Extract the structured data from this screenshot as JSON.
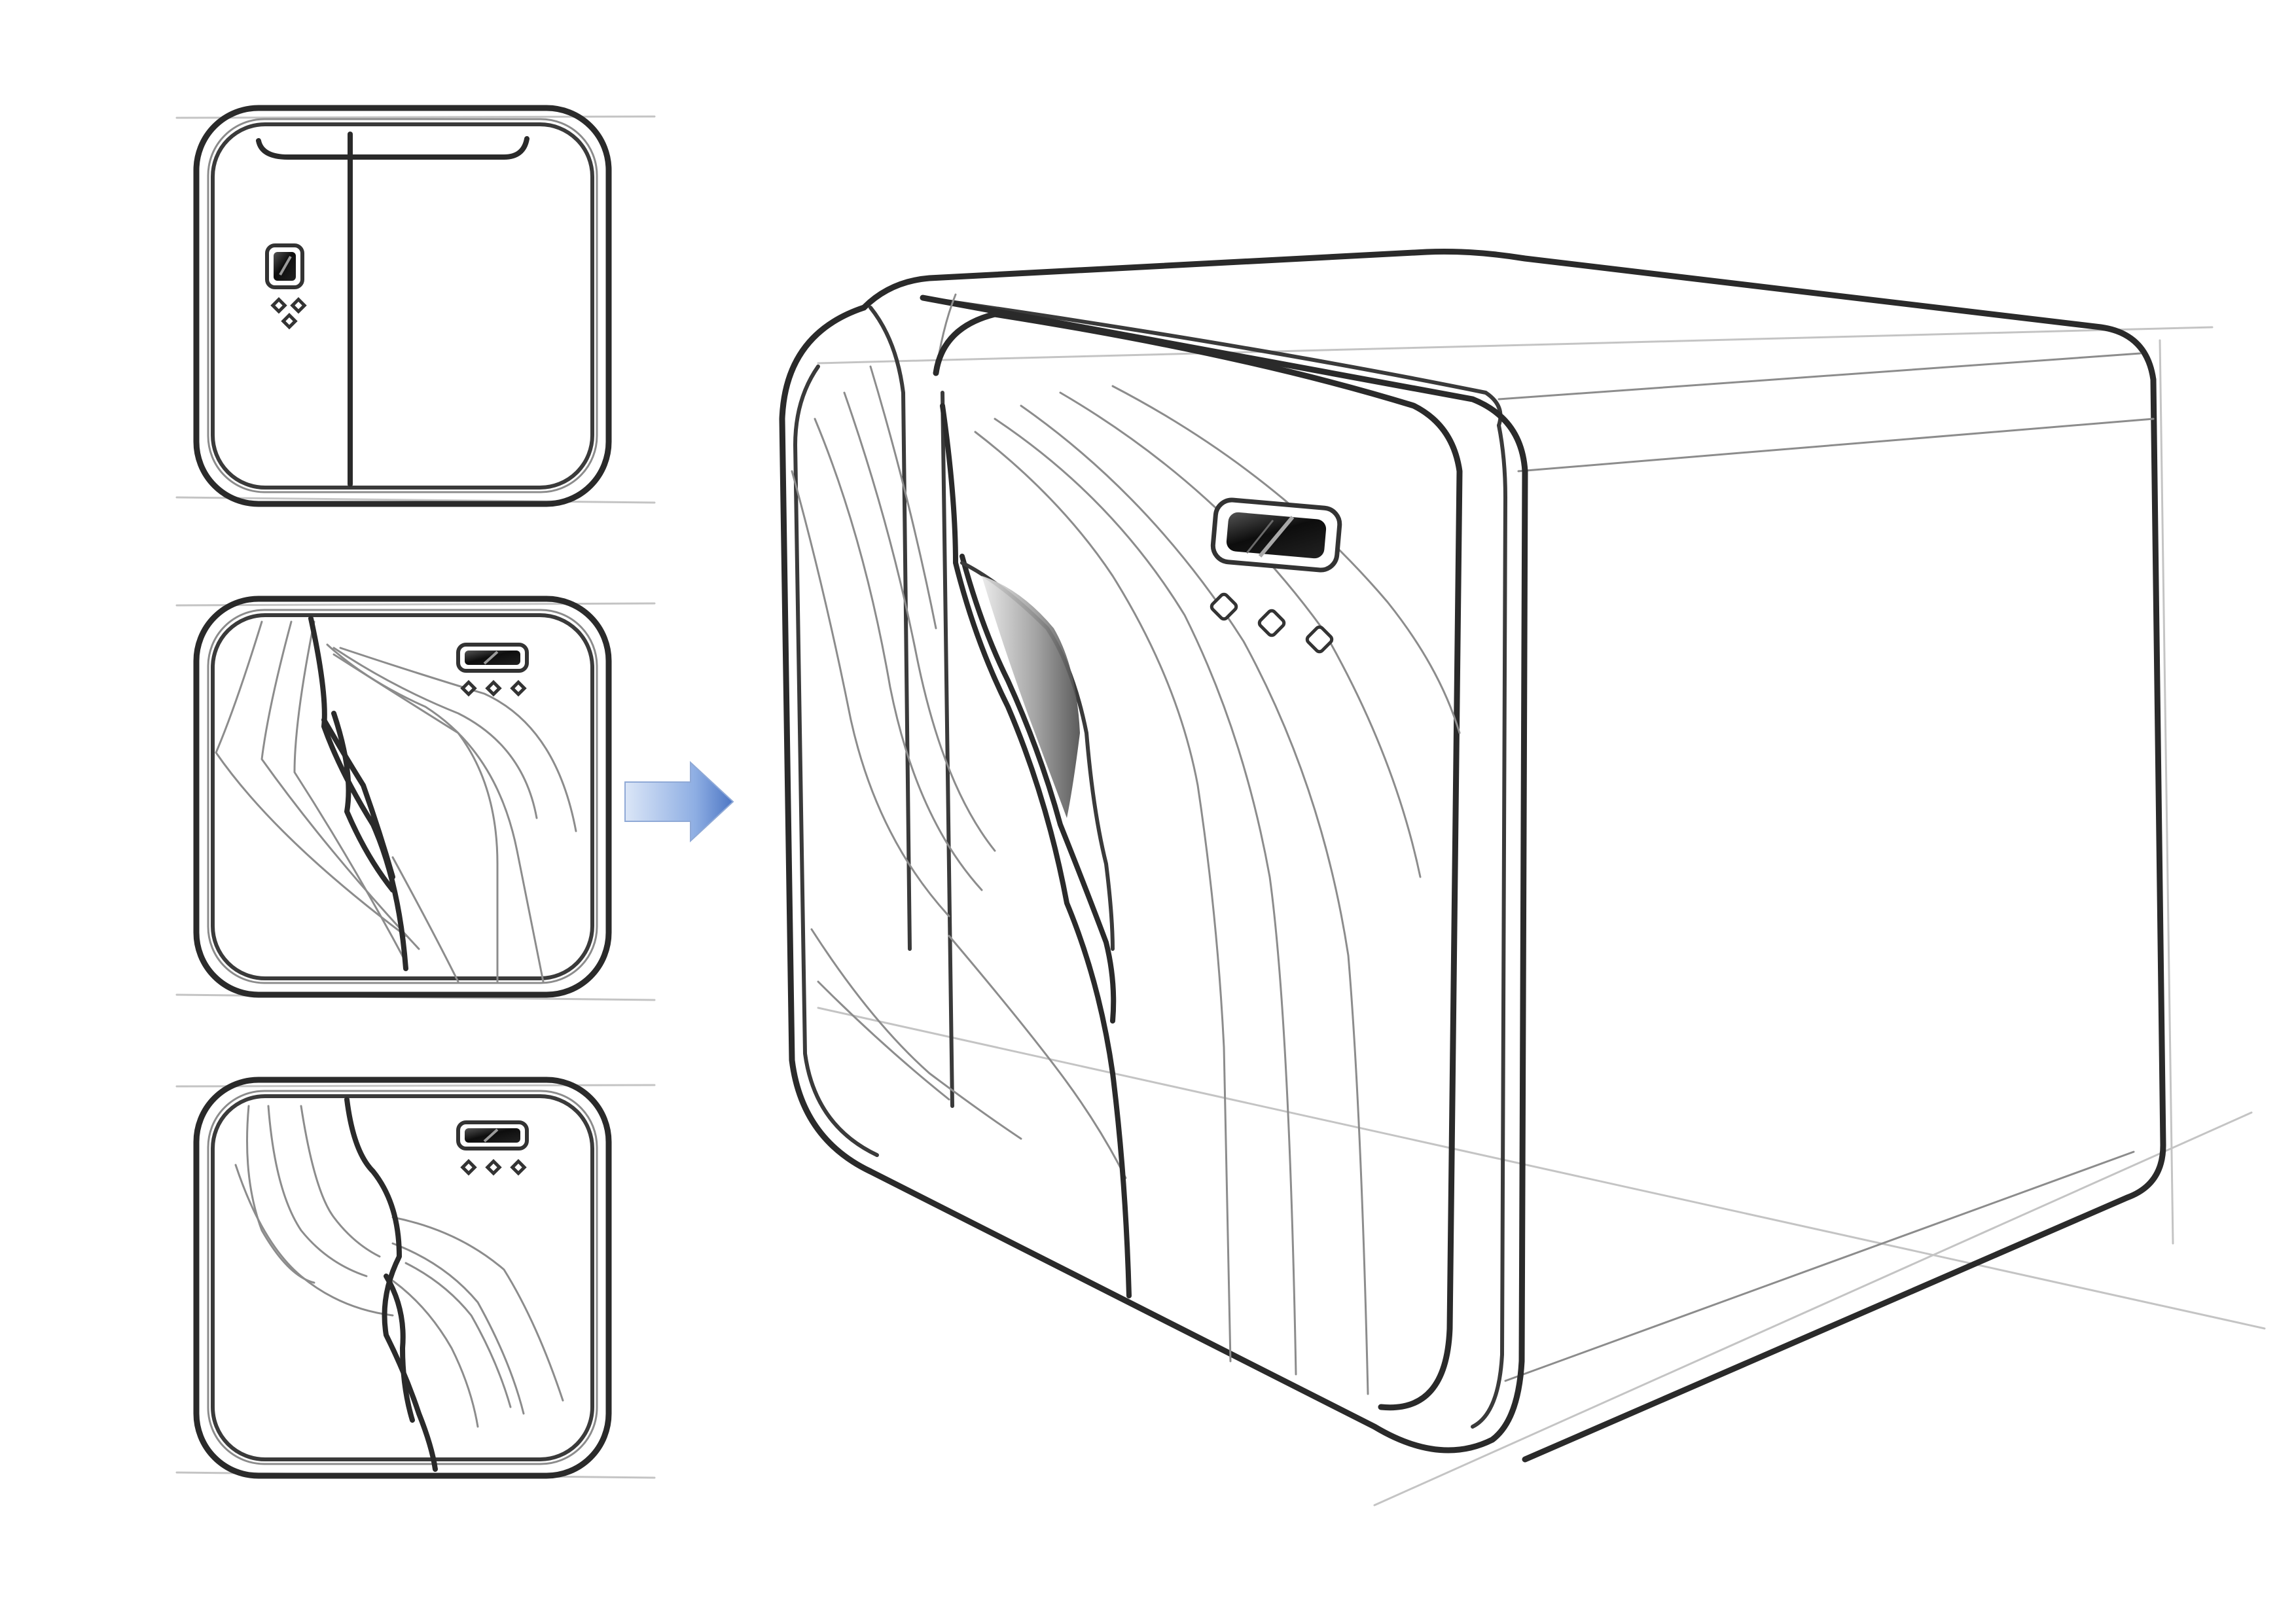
{
  "colors": {
    "background": "#ffffff",
    "line": "#2a2a2a",
    "guide": "#9a9a9a",
    "display": "#111111",
    "arrow": "#5b82c9",
    "arrow_light": "#dbe6f7"
  },
  "icons": {
    "display_panel": "display-window-icon",
    "buttons": "diamond-button-icon",
    "arrow": "arrow-right-icon"
  },
  "variants": [
    {
      "id": "split-vertical-door",
      "button_count": 3
    },
    {
      "id": "curved-wave-door",
      "button_count": 3
    },
    {
      "id": "s-curve-door",
      "button_count": 3
    }
  ],
  "final_design": {
    "id": "perspective-cabinet",
    "button_count": 3
  }
}
